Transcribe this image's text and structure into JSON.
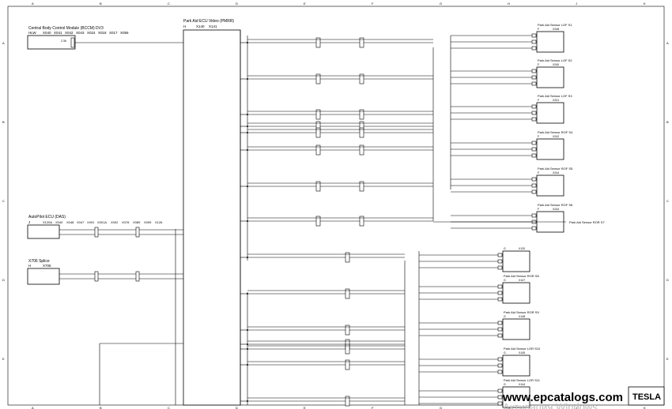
{
  "border": {
    "columns": [
      "A",
      "B",
      "C",
      "D",
      "E",
      "F",
      "G",
      "H",
      "J",
      "K"
    ],
    "rows": [
      "A",
      "B",
      "C",
      "D",
      "E"
    ]
  },
  "modules": {
    "bcm": {
      "title": "Central Body Control Module (BCCM) DV3",
      "code": "HLW",
      "connectors": [
        "X040",
        "X041",
        "X042",
        "X043",
        "X024",
        "X018",
        "X017",
        "X056"
      ],
      "pin": "2.36"
    },
    "das": {
      "title": "AutoPilot ECU (DAS)",
      "code": "J",
      "connectors": [
        "X120A",
        "X040",
        "X048",
        "X047",
        "X091",
        "X001A",
        "X002",
        "X078",
        "X089",
        "X099",
        "X126"
      ]
    },
    "splice": {
      "title": "X706 Splice",
      "code": "H",
      "connector": "X706"
    },
    "pam": {
      "title": "Park Aid ECU Video (PMRR)",
      "code": "H",
      "connectors": [
        "X140",
        "X141"
      ]
    }
  },
  "sensors": [
    {
      "name": "Park Aid Sensor LOF S1",
      "code": "F",
      "connector": "X248"
    },
    {
      "name": "Park Aid Sensor LOF S2",
      "code": "F",
      "connector": "X240"
    },
    {
      "name": "Park Aid Sensor LOF S3",
      "code": "F",
      "connector": "X241"
    },
    {
      "name": "Park Aid Sensor ROF S4",
      "code": "F",
      "connector": "X242"
    },
    {
      "name": "Park Aid Sensor ROF S5",
      "code": "F",
      "connector": "X244"
    },
    {
      "name": "Park Aid Sensor ROF S6",
      "code": "F",
      "connector": "X244"
    },
    {
      "name": "Park Aid Sensor ROR S7",
      "code": "",
      "connector": ""
    },
    {
      "name": "",
      "code": "G",
      "connector": "X120"
    },
    {
      "name": "Park Aid Sensor ROR S8",
      "code": "G",
      "connector": "X147"
    },
    {
      "name": "Park Aid Sensor ROR S9",
      "code": "G",
      "connector": "X148"
    },
    {
      "name": "Park Aid Sensor LOR S10",
      "code": "G",
      "connector": "X145"
    },
    {
      "name": "Park Aid Sensor LOR S11",
      "code": "G",
      "connector": "X144"
    }
  ],
  "watermark": "www.epcatalogs.com",
  "overlay": "Активация Windows",
  "title_block": "TESLA",
  "colors": {
    "line": "#000000",
    "watermark": "#000000",
    "overlay": "#bbbbbb"
  }
}
